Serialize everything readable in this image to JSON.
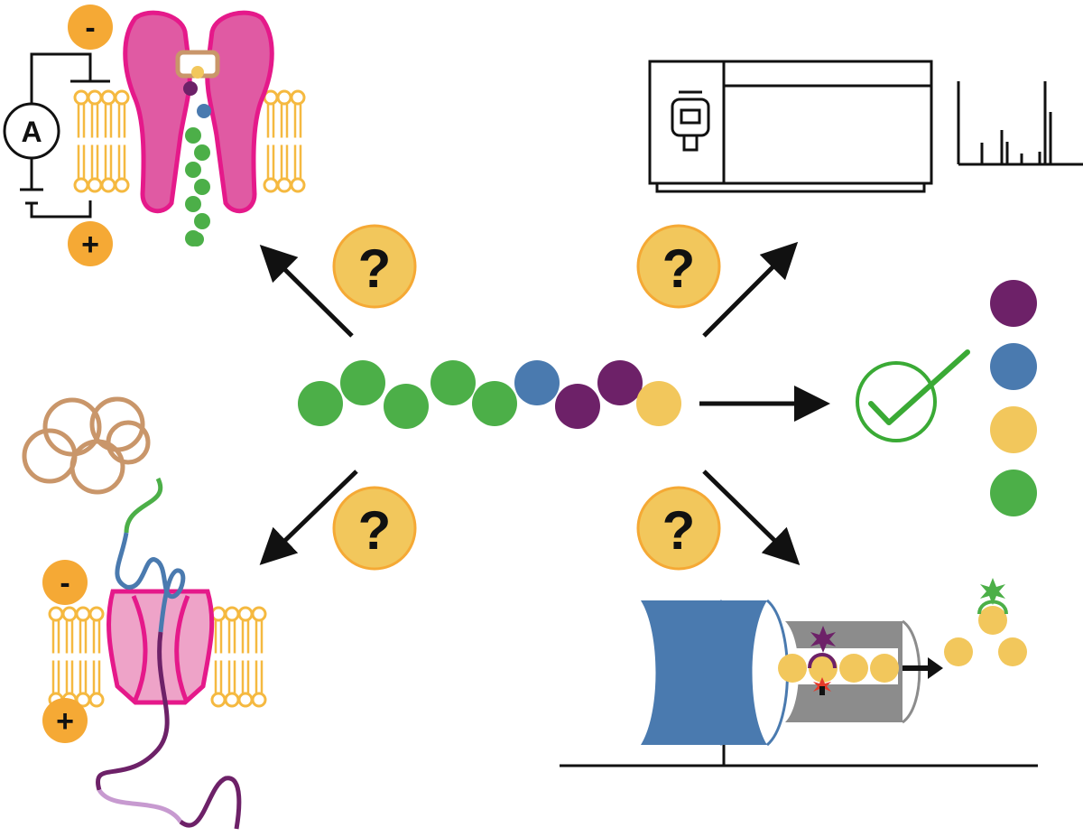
{
  "colors": {
    "green": "#4caf48",
    "blue": "#4a7aaf",
    "purple": "#6d2168",
    "yellow": "#f2c75c",
    "orange": "#f5a935",
    "magenta": "#e5198a",
    "pink": "#e05aa3",
    "lightpink": "#eea3c8",
    "lipid": "#f5b940",
    "tan": "#c9966a",
    "lavender": "#c79ad0",
    "black": "#111111",
    "check": "#3aaa35",
    "gray": "#8c8c8c"
  },
  "labels": {
    "question": "?",
    "ammeter": "A",
    "minus": "-",
    "plus": "+"
  },
  "peptide": {
    "residues": [
      "green",
      "green",
      "green",
      "green",
      "green",
      "blue",
      "purple",
      "purple",
      "yellow"
    ]
  },
  "legend": {
    "residues": [
      "purple",
      "blue",
      "yellow",
      "green"
    ]
  },
  "icons": {
    "mass_spectrometer": "mass-spectrometer-icon",
    "mass_spectrum": "mass-spectrum-icon",
    "checkmark": "checkmark-icon",
    "nanopore": "nanopore-icon",
    "unfoldase": "unfoldase-icon",
    "fluorosequencing": "fluorosequencing-icon"
  }
}
